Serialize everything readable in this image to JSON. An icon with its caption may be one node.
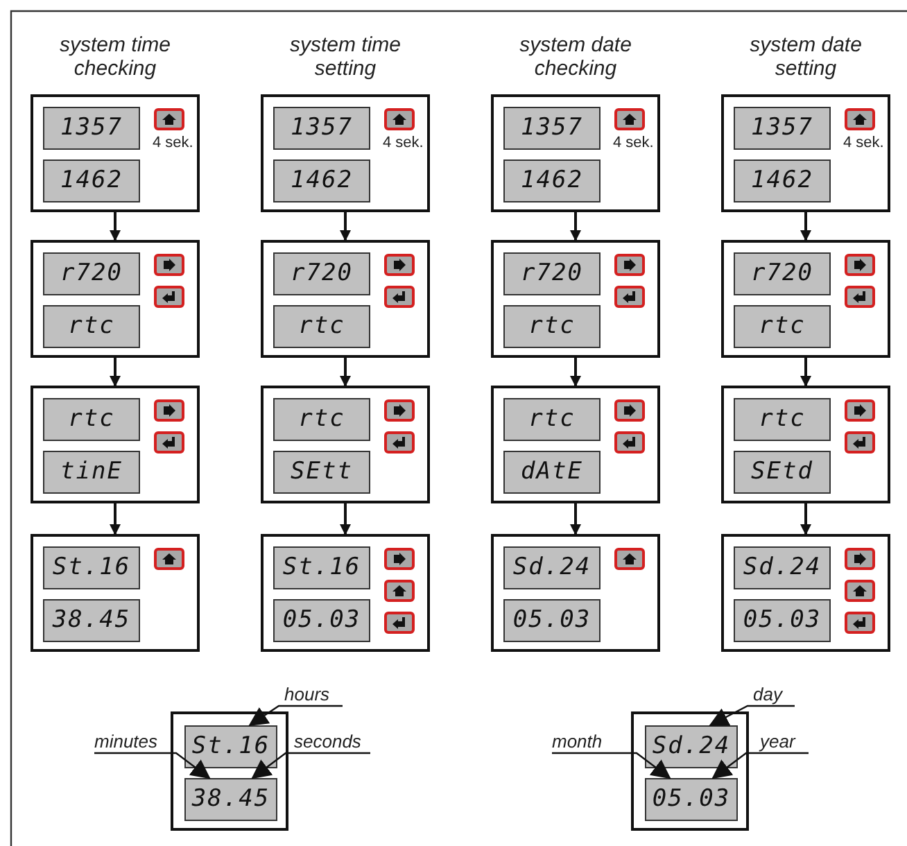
{
  "diagram": {
    "nodes": [
      {
        "text": [],
        "shape": "box"
      },
      {
        "text": [
          "1357"
        ],
        "in": 0
      },
      {
        "text": [
          "1462"
        ],
        "in": 0
      },
      {
        "text": [],
        "shape": "box"
      },
      {
        "text": [
          "r720"
        ],
        "in": 3
      },
      {
        "text": [
          "rtc"
        ],
        "in": 3
      },
      {
        "text": [],
        "shape": "box"
      },
      {
        "text": [
          "rtc"
        ],
        "in": 6
      },
      {
        "text": [
          "tinE"
        ],
        "in": 6
      },
      {
        "text": [],
        "shape": "box"
      },
      {
        "text": [
          "St.16"
        ],
        "in": 9
      },
      {
        "text": [
          "38.45"
        ],
        "in": 9
      },
      {
        "text": [],
        "shape": "box"
      },
      {
        "text": [
          "1357"
        ],
        "in": 12
      },
      {
        "text": [
          "1462"
        ],
        "in": 12
      },
      {
        "text": [],
        "shape": "box"
      },
      {
        "text": [
          "r720"
        ],
        "in": 15
      },
      {
        "text": [
          "rtc"
        ],
        "in": 15
      },
      {
        "text": [],
        "shape": "box"
      },
      {
        "text": [
          "rtc"
        ],
        "in": 18
      },
      {
        "text": [
          "SEtt"
        ],
        "in": 18
      },
      {
        "text": [],
        "shape": "box"
      },
      {
        "text": [
          "St.16"
        ],
        "in": 21
      },
      {
        "text": [
          "05.03"
        ],
        "in": 21
      },
      {
        "text": [],
        "shape": "box"
      },
      {
        "text": [
          "1357"
        ],
        "in": 24
      },
      {
        "text": [
          "1462"
        ],
        "in": 24
      },
      {
        "text": [],
        "shape": "box"
      },
      {
        "text": [
          "r720"
        ],
        "in": 27
      },
      {
        "text": [
          "rtc"
        ],
        "in": 27
      },
      {
        "text": [],
        "shape": "box"
      },
      {
        "text": [
          "rtc"
        ],
        "in": 30
      },
      {
        "text": [
          "dAtE"
        ],
        "in": 30
      },
      {
        "text": [],
        "shape": "box"
      },
      {
        "text": [
          "Sd.24"
        ],
        "in": 33
      },
      {
        "text": [
          "05.03"
        ],
        "in": 33
      },
      {
        "text": [],
        "shape": "box"
      },
      {
        "text": [
          "1357"
        ],
        "in": 36
      },
      {
        "text": [
          "1462"
        ],
        "in": 36
      },
      {
        "text": [],
        "shape": "box"
      },
      {
        "text": [
          "r720"
        ],
        "in": 39
      },
      {
        "text": [
          "rtc"
        ],
        "in": 39
      },
      {
        "text": [],
        "shape": "box"
      },
      {
        "text": [
          "rtc"
        ],
        "in": 42
      },
      {
        "text": [
          "SEtd"
        ],
        "in": 42
      },
      {
        "text": [],
        "shape": "box"
      },
      {
        "text": [
          "Sd.24"
        ],
        "in": 45
      },
      {
        "text": [
          "05.03"
        ],
        "in": 45
      },
      {
        "text": [],
        "shape": "box"
      },
      {
        "text": [
          "St.16"
        ],
        "in": 48
      },
      {
        "text": [
          "38.45"
        ],
        "in": 48
      },
      {
        "text": [
          "hours"
        ]
      },
      {
        "text": [
          "minutes"
        ]
      },
      {
        "text": [
          "seconds"
        ]
      },
      {
        "text": [],
        "shape": "box"
      },
      {
        "text": [
          "Sd.24"
        ],
        "in": 54
      },
      {
        "text": [
          "05.03"
        ],
        "in": 54
      },
      {
        "text": [
          "day"
        ]
      },
      {
        "text": [
          "month"
        ]
      },
      {
        "text": [
          "year"
        ]
      }
    ],
    "edges": [
      {
        "from": 0,
        "to": 3,
        "arrow": "to"
      },
      {
        "from": 3,
        "to": 6,
        "arrow": "to"
      },
      {
        "from": 6,
        "to": 9,
        "arrow": "to"
      },
      {
        "from": 12,
        "to": 15,
        "arrow": "to"
      },
      {
        "from": 15,
        "to": 18,
        "arrow": "to"
      },
      {
        "from": 18,
        "to": 21,
        "arrow": "to"
      },
      {
        "from": 24,
        "to": 27,
        "arrow": "to"
      },
      {
        "from": 27,
        "to": 30,
        "arrow": "to"
      },
      {
        "from": 30,
        "to": 33,
        "arrow": "to"
      },
      {
        "from": 36,
        "to": 39,
        "arrow": "to"
      },
      {
        "from": 39,
        "to": 42,
        "arrow": "to"
      },
      {
        "from": 42,
        "to": 45,
        "arrow": "to"
      },
      {
        "from": 51,
        "to": 49,
        "arrow": "to"
      },
      {
        "from": 52,
        "to": 50,
        "arrow": "to"
      },
      {
        "from": 53,
        "to": 50,
        "arrow": "to"
      },
      {
        "from": 57,
        "to": 55,
        "arrow": "to"
      },
      {
        "from": 58,
        "to": 56,
        "arrow": "to"
      },
      {
        "from": 59,
        "to": 56,
        "arrow": "to"
      }
    ],
    "labels": [
      "system time checking",
      "system time setting",
      "system date checking",
      "system date setting",
      "4 sek.",
      "4 sek.",
      "4 sek.",
      "4 sek."
    ]
  }
}
